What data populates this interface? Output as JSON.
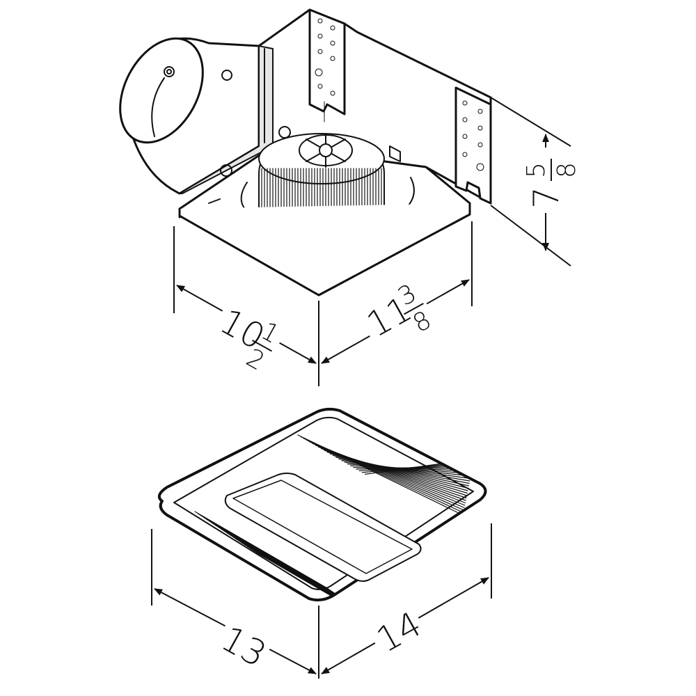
{
  "housing": {
    "depth": {
      "whole": "10",
      "numerator": "1",
      "denominator": "2"
    },
    "width": {
      "whole": "11",
      "numerator": "3",
      "denominator": "8"
    },
    "height": {
      "whole": "7",
      "numerator": "5",
      "denominator": "8"
    }
  },
  "grille": {
    "depth": "13",
    "width": "14"
  }
}
